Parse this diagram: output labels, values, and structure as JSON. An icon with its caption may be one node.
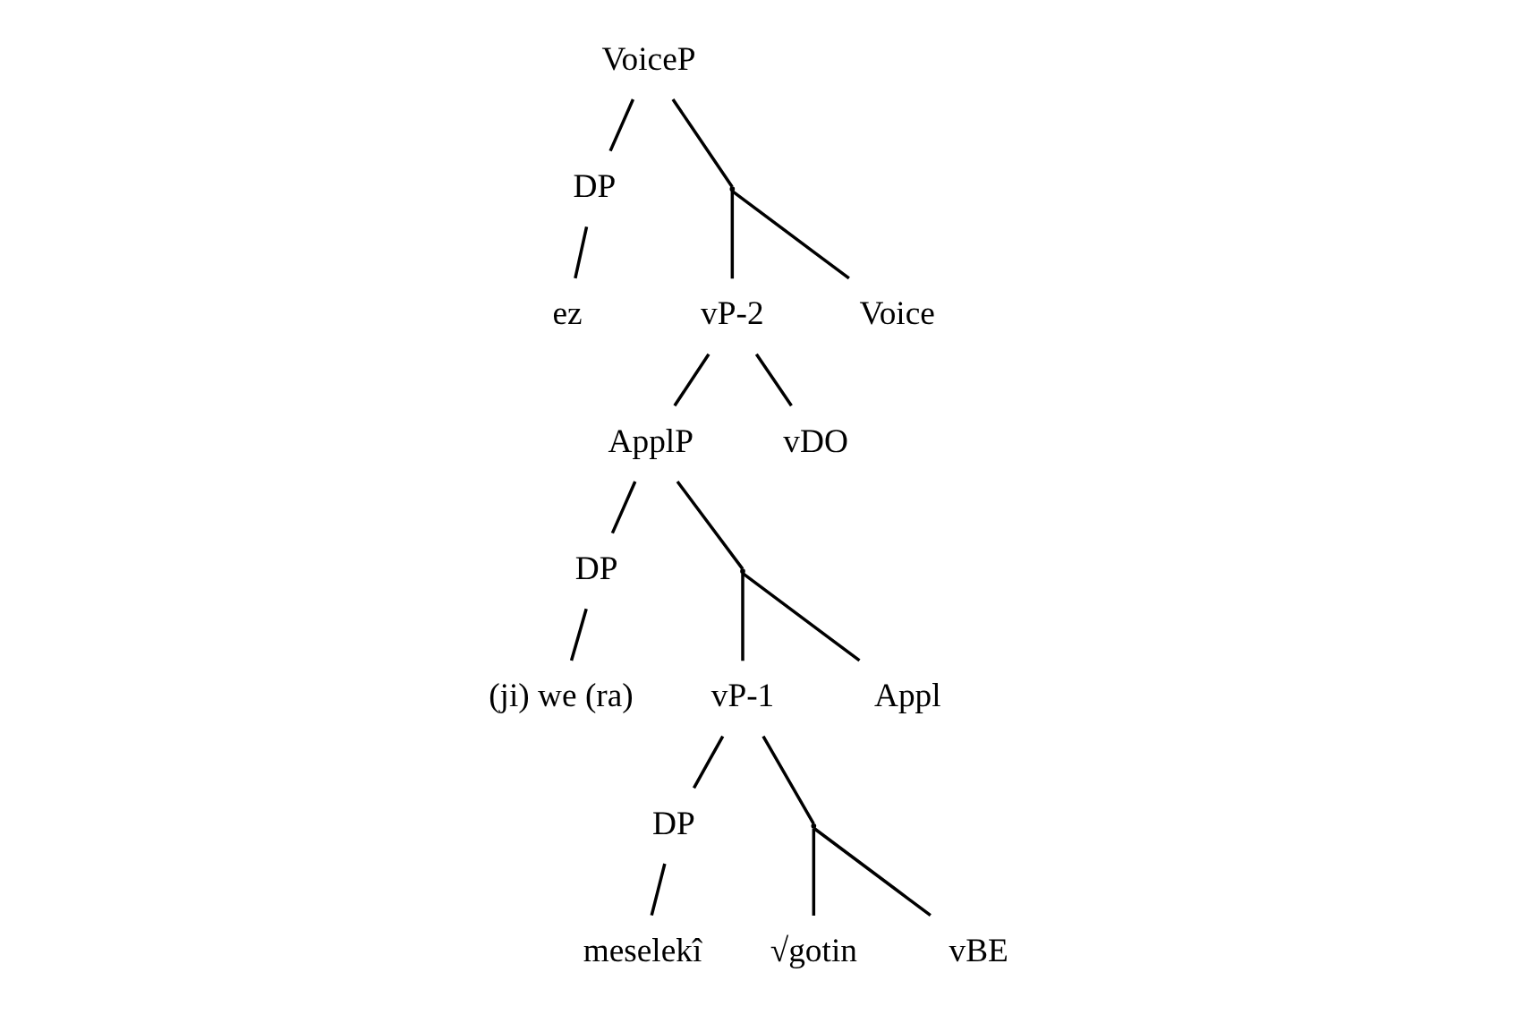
{
  "diagram": {
    "nodes": [
      {
        "text": [
          "VoiceP"
        ]
      },
      {
        "text": [
          "DP"
        ]
      },
      {
        "text": [
          "ez"
        ]
      },
      {
        "text": [],
        "shape": "point"
      },
      {
        "text": [
          "vP-2"
        ]
      },
      {
        "text": [
          "Voice"
        ]
      },
      {
        "text": [
          "ApplP"
        ]
      },
      {
        "text": [
          "vDO"
        ]
      },
      {
        "text": [
          "DP"
        ]
      },
      {
        "text": [
          "(ji) we (ra)"
        ]
      },
      {
        "text": [],
        "shape": "point"
      },
      {
        "text": [
          "vP-1"
        ]
      },
      {
        "text": [
          "Appl"
        ]
      },
      {
        "text": [
          "DP"
        ]
      },
      {
        "text": [
          "meselekî"
        ]
      },
      {
        "text": [],
        "shape": "point"
      },
      {
        "text": [
          "√gotin"
        ]
      },
      {
        "text": [
          "vBE"
        ]
      }
    ],
    "edges": [
      {
        "from": 0,
        "to": 1,
        "arrow": "none"
      },
      {
        "from": 0,
        "to": 3,
        "arrow": "none"
      },
      {
        "from": 1,
        "to": 2,
        "arrow": "none"
      },
      {
        "from": 3,
        "to": 4,
        "arrow": "none"
      },
      {
        "from": 3,
        "to": 5,
        "arrow": "none"
      },
      {
        "from": 4,
        "to": 6,
        "arrow": "none"
      },
      {
        "from": 4,
        "to": 7,
        "arrow": "none"
      },
      {
        "from": 6,
        "to": 8,
        "arrow": "none"
      },
      {
        "from": 6,
        "to": 10,
        "arrow": "none"
      },
      {
        "from": 8,
        "to": 9,
        "arrow": "none"
      },
      {
        "from": 10,
        "to": 11,
        "arrow": "none"
      },
      {
        "from": 10,
        "to": 12,
        "arrow": "none"
      },
      {
        "from": 11,
        "to": 13,
        "arrow": "none"
      },
      {
        "from": 11,
        "to": 15,
        "arrow": "none"
      },
      {
        "from": 13,
        "to": 14,
        "arrow": "none"
      },
      {
        "from": 15,
        "to": 16,
        "arrow": "none"
      },
      {
        "from": 15,
        "to": 17,
        "arrow": "none"
      }
    ]
  }
}
